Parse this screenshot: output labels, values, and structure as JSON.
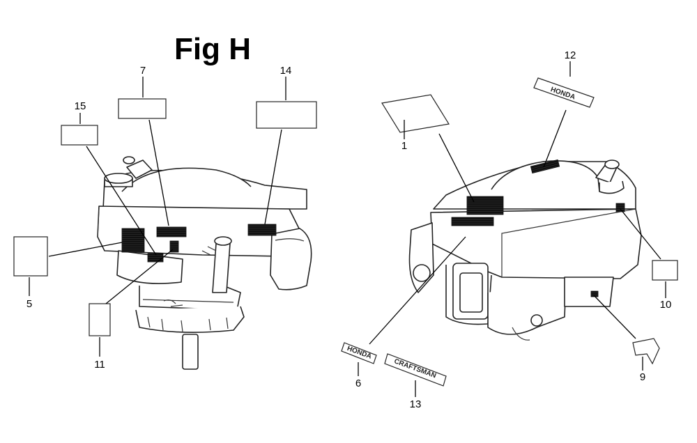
{
  "title": "Fig H",
  "callouts": {
    "c1": "1",
    "c5": "5",
    "c6": "6",
    "c7": "7",
    "c9": "9",
    "c10": "10",
    "c11": "11",
    "c12": "12",
    "c13": "13",
    "c14": "14",
    "c15": "15"
  },
  "decals": {
    "honda_small": "HONDA",
    "honda_top": "HONDA",
    "craftsman": "CRAFTSMAN"
  },
  "colors": {
    "ink": "#000000",
    "background": "#ffffff"
  }
}
